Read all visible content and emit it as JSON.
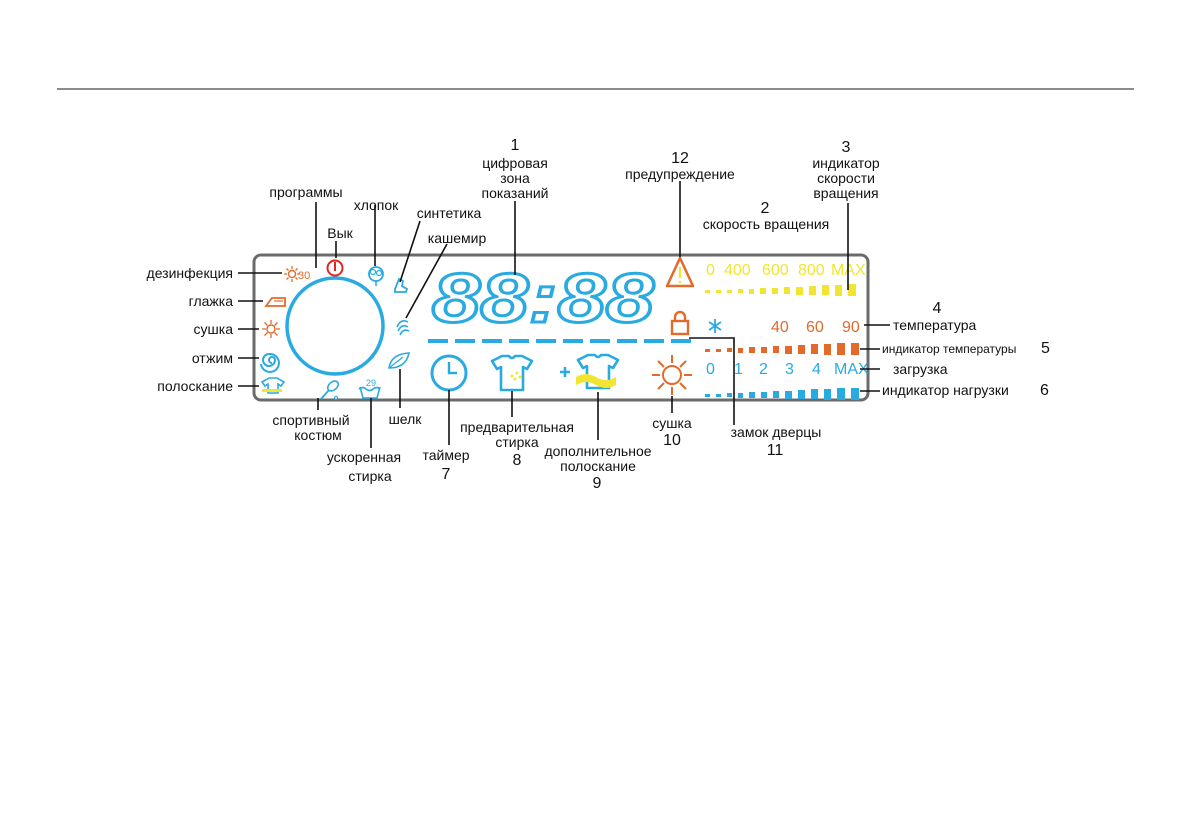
{
  "colors": {
    "blue": "#29aae1",
    "yellow": "#f2e531",
    "orange": "#e26a2a",
    "red": "#e52420",
    "frame": "#6b6b6b",
    "rule": "#8c8c8c"
  },
  "display": {
    "digits": "88:88",
    "speed_scale": [
      "0",
      "400",
      "600",
      "800",
      "MAX"
    ],
    "temp_scale": [
      "40",
      "60",
      "90"
    ],
    "load_scale": [
      "0",
      "1",
      "2",
      "3",
      "4",
      "MAX"
    ],
    "disinfection_temp": "30",
    "quick_wash_temp": "29"
  },
  "labels": {
    "programs": "программы",
    "off": "Вык",
    "cotton": "хлопок",
    "synthetics": "синтетика",
    "cashmere": "кашемир",
    "disinfection": "дезинфекция",
    "ironing": "глажка",
    "drying_left": "сушка",
    "spin": "отжим",
    "rinse": "полоскание",
    "sportswear_1": "спортивный",
    "sportswear_2": "костюм",
    "quick_1": "ускоренная",
    "quick_2": "стирка",
    "silk": "шелк",
    "timer": "таймер",
    "timer_num": "7",
    "prewash_1": "предварительная",
    "prewash_2": "стирка",
    "prewash_num": "8",
    "extra_rinse_1": "дополнительное",
    "extra_rinse_2": "полоскание",
    "extra_rinse_num": "9",
    "drying": "сушка",
    "drying_num": "10",
    "door_lock": "замок дверцы",
    "door_lock_num": "11",
    "digital_num": "1",
    "digital_1": "цифровая",
    "digital_2": "зона",
    "digital_3": "показаний",
    "warning_num": "12",
    "warning": "предупреждение",
    "spin_speed_num": "2",
    "spin_speed": "скорость вращения",
    "spin_ind_num": "3",
    "spin_ind_1": "индикатор",
    "spin_ind_2": "скорости",
    "spin_ind_3": "вращения",
    "temp_num": "4",
    "temp": "температура",
    "temp_ind": "индикатор температуры",
    "temp_ind_num": "5",
    "load": "загрузка",
    "load_ind": "индикатор нагрузки",
    "load_ind_num": "6"
  }
}
